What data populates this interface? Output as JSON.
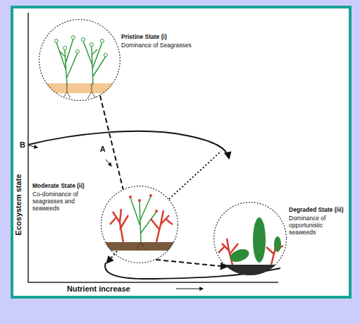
{
  "diagram": {
    "nodes": [
      {
        "text": [
          "Pristine State (i)",
          "Dominance of Seagrasses"
        ]
      },
      {
        "text": [
          "Moderate State (ii)",
          "Co-dominance of seagrasses and seaweeds"
        ]
      },
      {
        "text": [
          "Degraded State (iii)",
          "Dominance of opportunistic seaweeds"
        ]
      }
    ],
    "edges": [
      {
        "from": 0,
        "to": 1,
        "arrow": "none",
        "label": "A"
      },
      {
        "from": 1,
        "to": 2,
        "arrow": "to"
      }
    ],
    "labels": [
      "B",
      "Ecosystem state",
      "Nutrient increase"
    ]
  }
}
